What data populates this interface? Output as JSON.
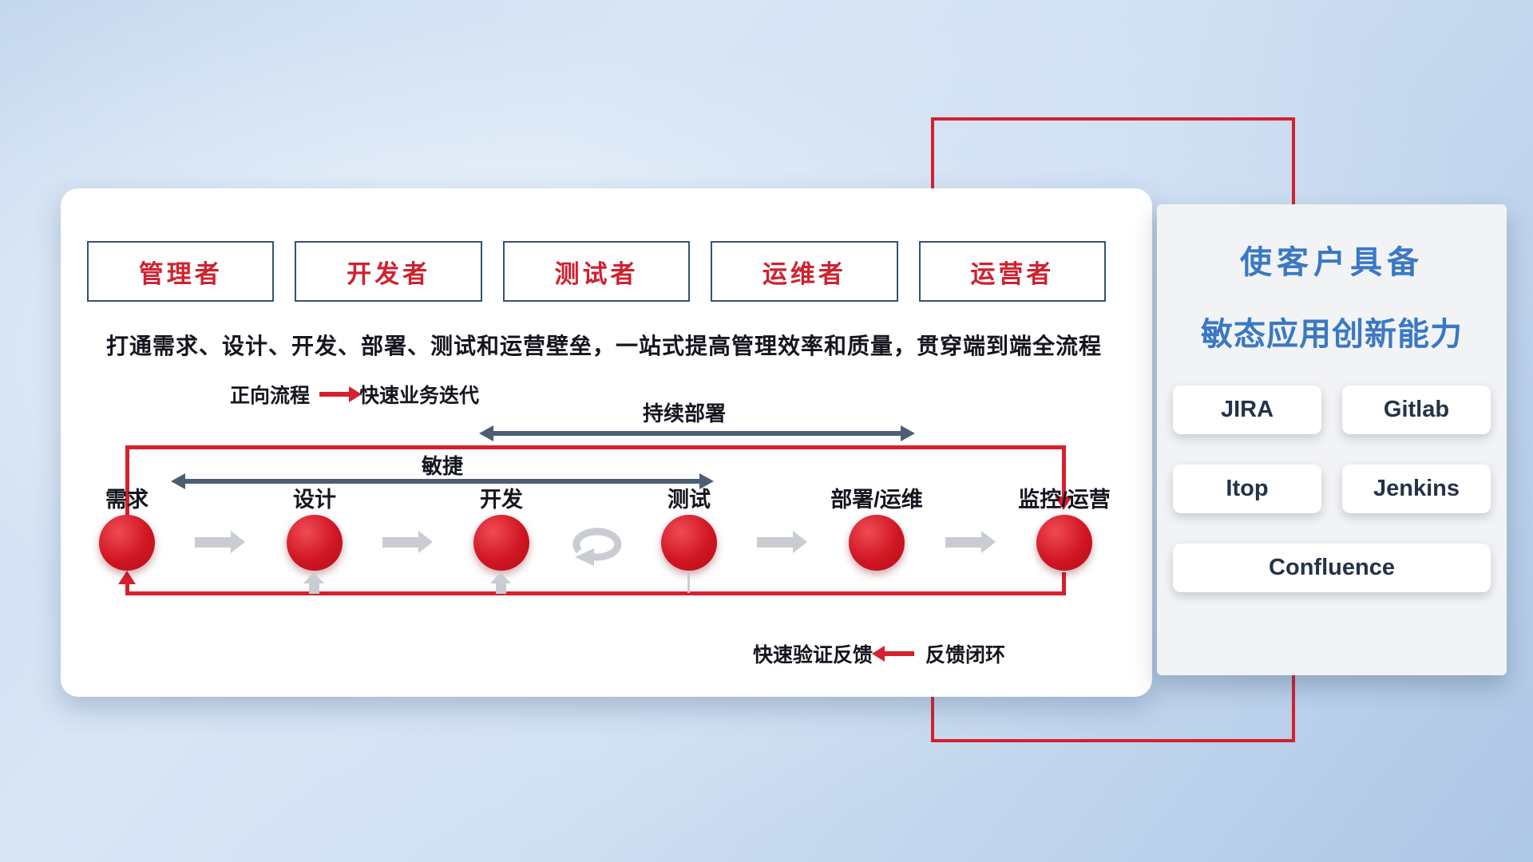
{
  "card": {
    "roles": [
      "管理者",
      "开发者",
      "测试者",
      "运维者",
      "运营者"
    ],
    "description": "打通需求、设计、开发、部署、测试和运营壁垒，一站式提高管理效率和质量，贯穿端到端全流程",
    "forward_legend": {
      "label": "正向流程",
      "text": "快速业务迭代"
    },
    "feedback_legend": {
      "label": "快速验证反馈",
      "text": "反馈闭环"
    },
    "arrows": {
      "continuous_deployment": "持续部署",
      "agile": "敏捷"
    },
    "nodes": [
      "需求",
      "设计",
      "开发",
      "测试",
      "部署/运维",
      "监控/运营"
    ]
  },
  "panel": {
    "title_line1": "使客户具备",
    "title_line2": "敏态应用创新能力",
    "tools": [
      "JIRA",
      "Gitlab",
      "Itop",
      "Jenkins",
      "Confluence"
    ]
  },
  "colors": {
    "accent_red": "#d5202e",
    "title_blue": "#3a78c3",
    "dark_text": "#15151f",
    "slate_arrow": "#4d5d73",
    "gray_arrow": "#c9ccd1"
  }
}
